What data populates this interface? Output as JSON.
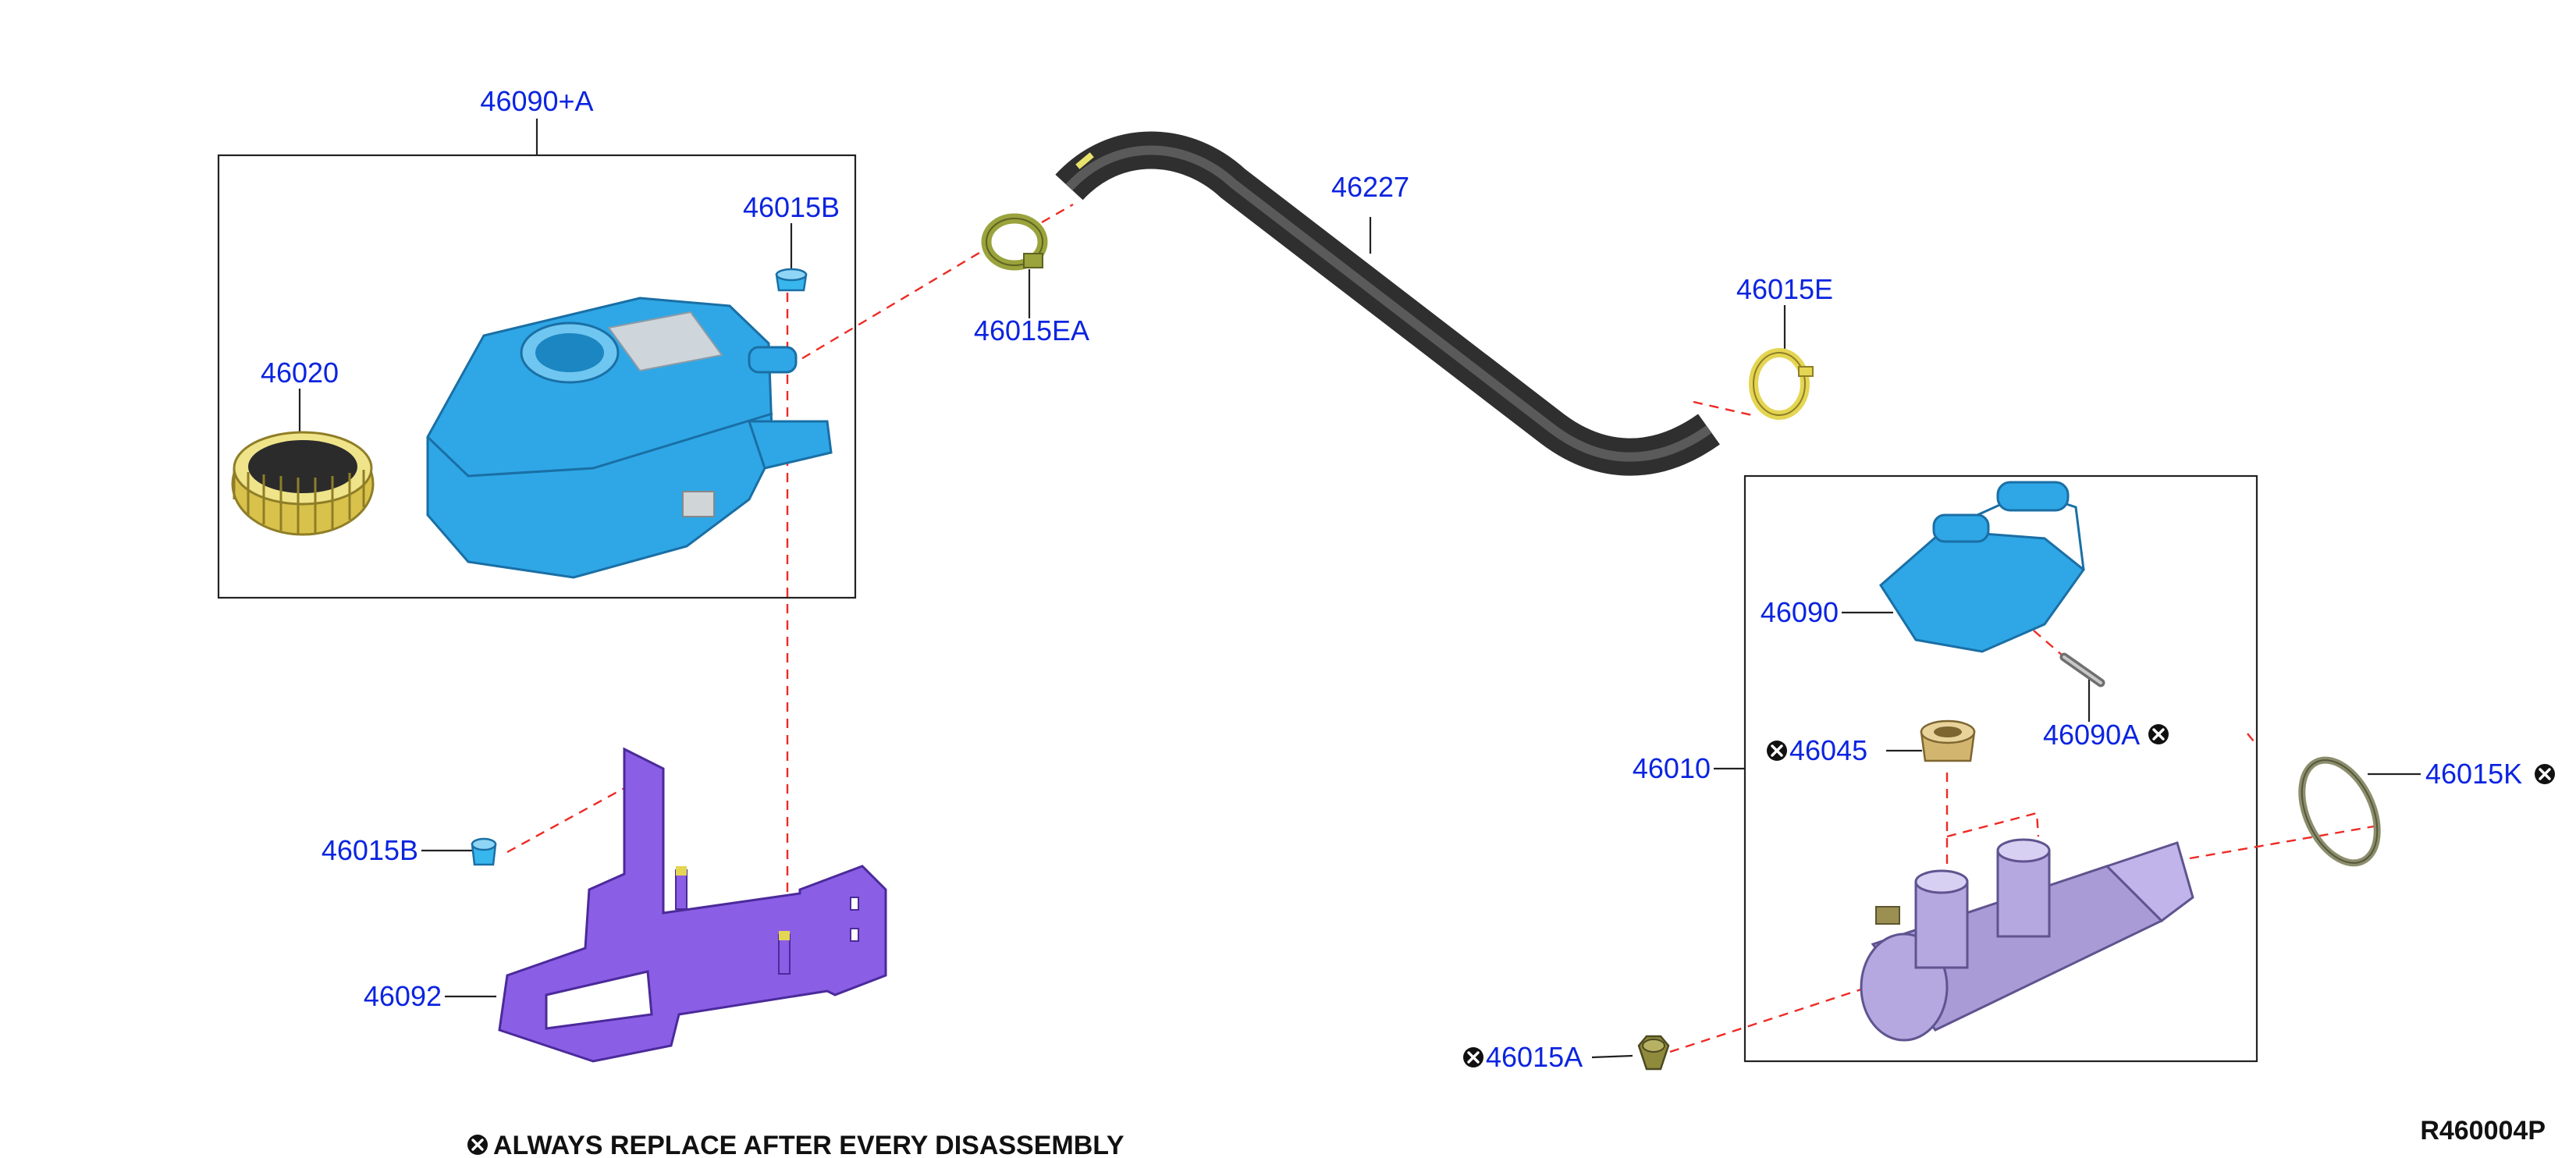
{
  "parts": {
    "reservoir_assembly": "46090+A",
    "reservoir_grommet_top": "46015B",
    "reservoir_cap": "46020",
    "hose_clamp_reservoir": "46015EA",
    "hose": "46227",
    "hose_clamp_cylinder": "46015E",
    "reservoir": "46090",
    "reservoir_pin": "46090A",
    "master_cylinder": "46010",
    "cylinder_grommet": "46045",
    "cylinder_oring": "46015K",
    "cylinder_nut": "46015A",
    "bracket_grommet": "46015B",
    "bracket": "46092"
  },
  "notes": {
    "footer": "ALWAYS REPLACE AFTER EVERY DISASSEMBLY",
    "diagram_code": "R460004P"
  },
  "colors": {
    "label": "#0b24e0",
    "dashed_line": "#ee2a24",
    "reservoir_blue": "#2fa7e6",
    "bracket_purple": "#8b5ee6",
    "cylinder_lilac": "#b5a7e0",
    "hose_dark": "#3b3b3b",
    "cap_yellow": "#e2d25a",
    "clamp_olive": "#9aa33c"
  },
  "icons": {
    "replace_marker": "circled-x-icon"
  }
}
